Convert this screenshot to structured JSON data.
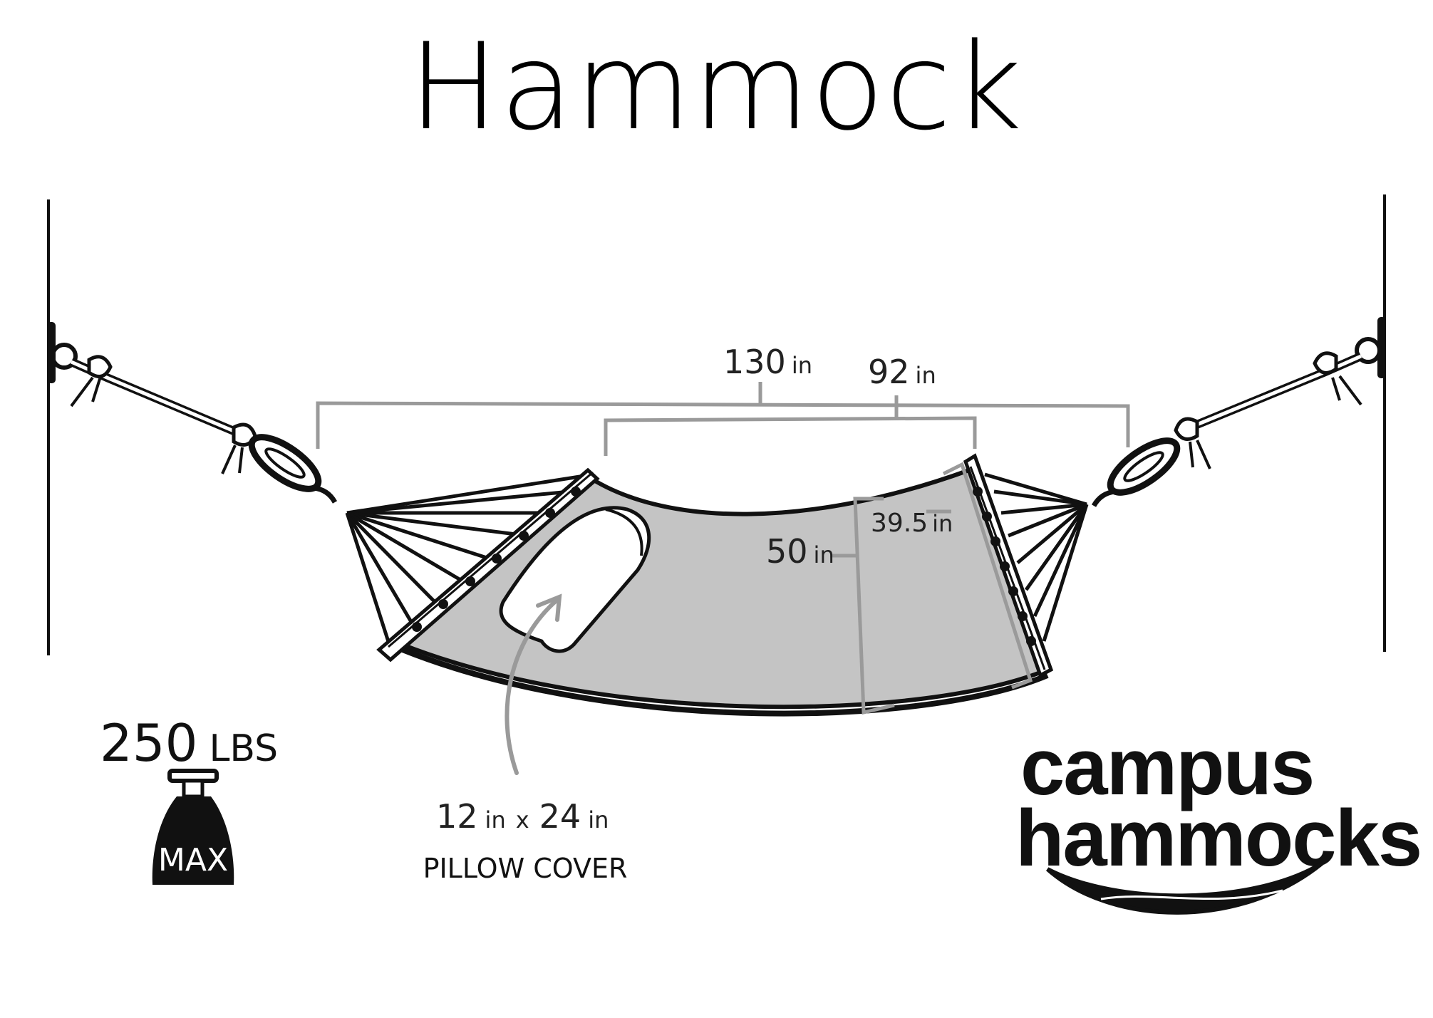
{
  "title": "Hammock",
  "dimensions": {
    "overall_length": {
      "value": "130",
      "unit": "in"
    },
    "bed_length": {
      "value": "92",
      "unit": "in"
    },
    "spreader_bar": {
      "value": "39.5",
      "unit": "in"
    },
    "bed_width": {
      "value": "50",
      "unit": "in"
    }
  },
  "pillow": {
    "size_w": "12",
    "size_h": "24",
    "unit": "in",
    "times": "x",
    "label": "PILLOW COVER"
  },
  "weight_limit": {
    "value": "250",
    "unit": "LBS",
    "badge": "MAX"
  },
  "brand": {
    "line1": "campus",
    "line2": "hammocks"
  },
  "colors": {
    "ink": "#111111",
    "fabric": "#c4c4c4",
    "dimension_line": "#9a9a9a"
  }
}
